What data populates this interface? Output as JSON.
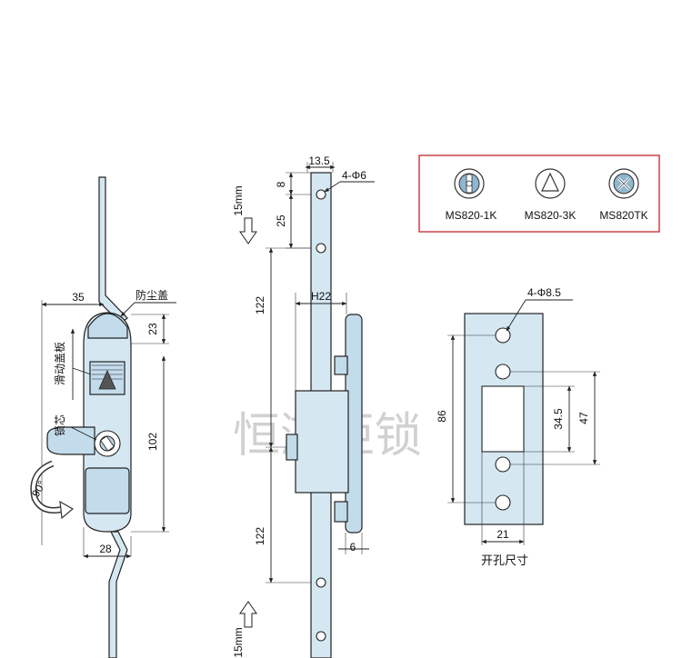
{
  "watermark": "恒鸿柜锁",
  "left_view": {
    "dim_35": "35",
    "dim_23": "23",
    "dim_102": "102",
    "dim_28": "28",
    "label_dust_cover": "防尘盖",
    "label_sliding_cover": "滑动盖板",
    "label_key_core": "锁芯",
    "label_rotation": "90°"
  },
  "middle_view": {
    "dim_13_5": "13.5",
    "dim_4_phi6": "4-Φ6",
    "dim_8": "8",
    "dim_25": "25",
    "dim_15mm_top": "15mm",
    "dim_122_top": "122",
    "dim_h22": "H22",
    "dim_122_bottom": "122",
    "dim_6": "6",
    "dim_15mm_bottom": "15mm"
  },
  "right_view": {
    "dim_4_phi8_5": "4-Φ8.5",
    "dim_86": "86",
    "dim_34_5": "34.5",
    "dim_47": "47",
    "dim_21": "21",
    "caption": "开孔尺寸"
  },
  "key_types": {
    "border_color": "#c0272d",
    "items": [
      {
        "label": "MS820-1K",
        "icon": "slot-key-icon"
      },
      {
        "label": "MS820-3K",
        "icon": "triangle-key-icon"
      },
      {
        "label": "MS820TK",
        "icon": "cross-key-icon"
      }
    ]
  }
}
